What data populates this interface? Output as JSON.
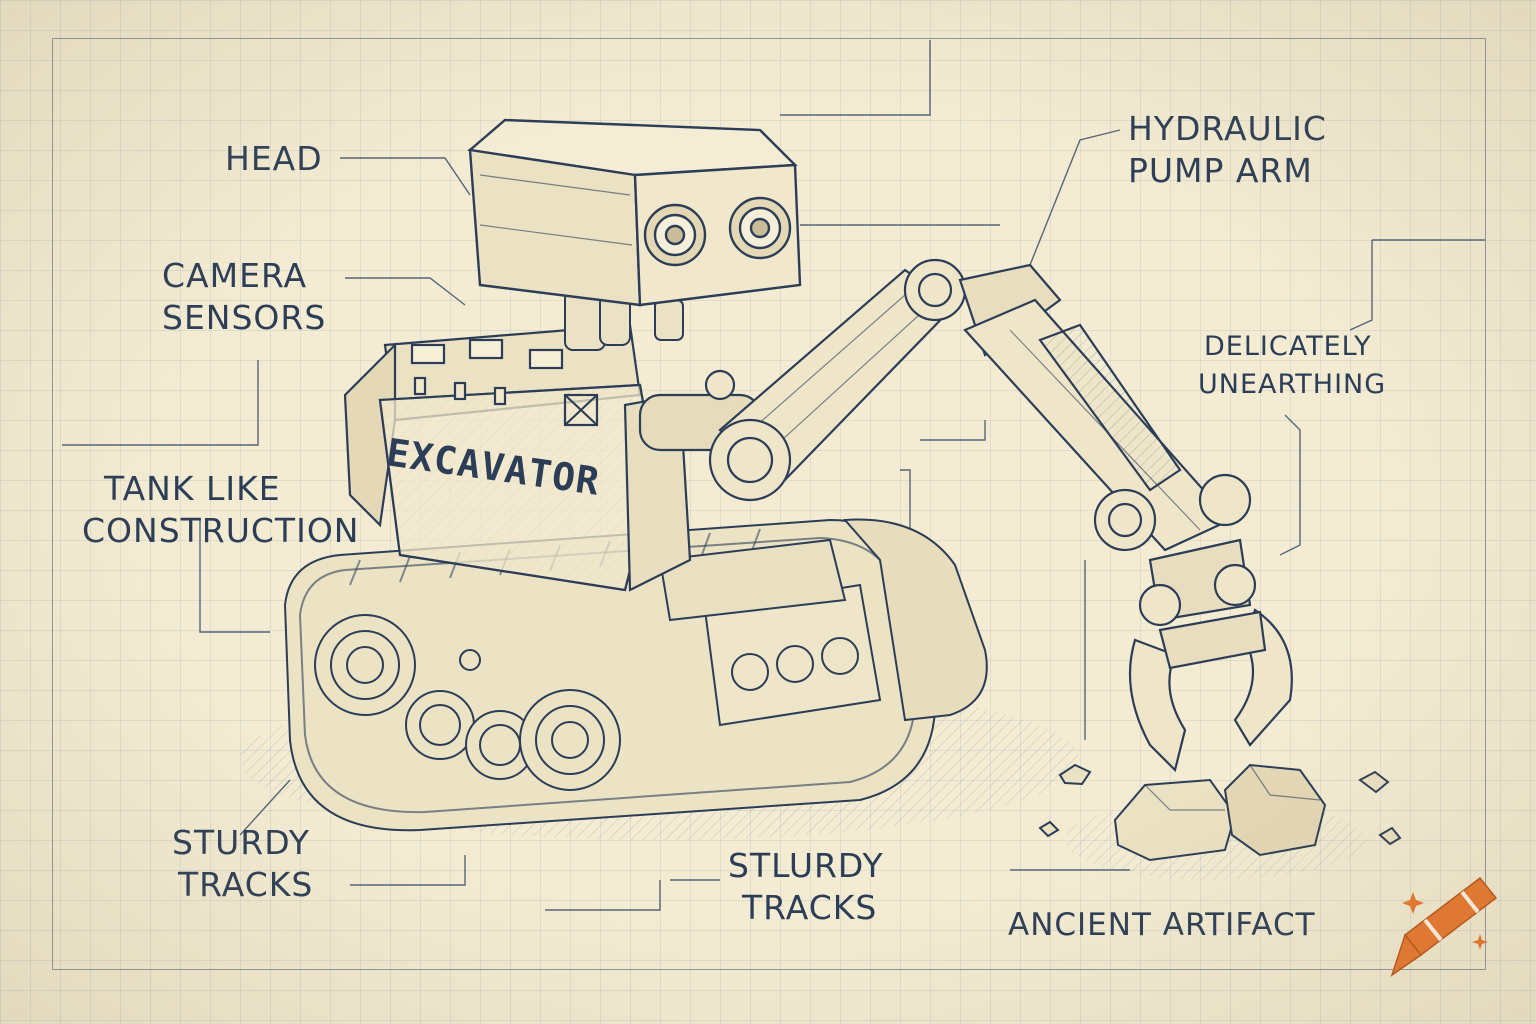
{
  "labels": {
    "head": "HEAD",
    "camera_sensors": [
      "CAMERA",
      "SENSORS"
    ],
    "tank_like": [
      "TANK LIKE",
      "CONSTRUCTION"
    ],
    "sturdy_tracks_left": [
      "STURDY",
      "TRACKS"
    ],
    "sturdy_tracks_center": [
      "STLURDY",
      "TRACKS"
    ],
    "hydraulic_arm": [
      "HYDRAULIC",
      "PUMP ARM"
    ],
    "delicately": [
      "DELICATELY",
      "UNEARTHING"
    ],
    "ancient_artifact": "ANCIENT ARTIFACT"
  },
  "body_stamp": "EXCAVATOR",
  "colors": {
    "paper": "#f3ecd3",
    "ink": "#2c3e57",
    "crayon": "#e8772e"
  },
  "icons": {
    "watermark": "crayon-icon"
  }
}
